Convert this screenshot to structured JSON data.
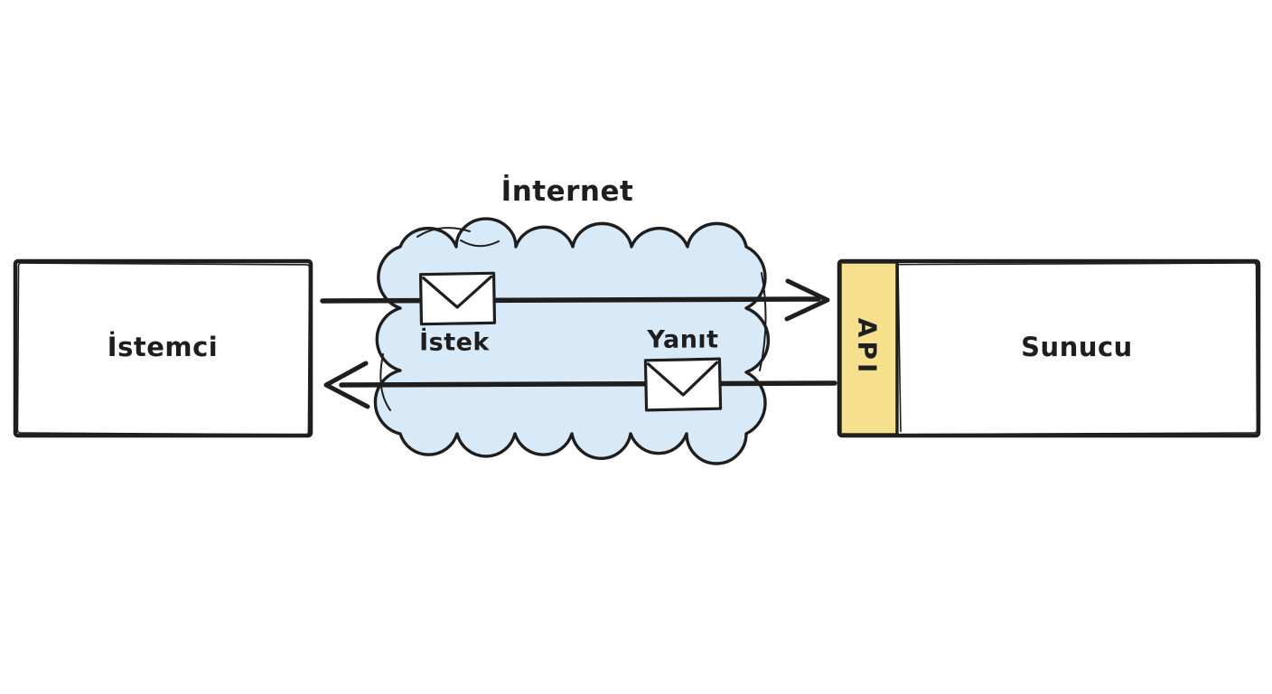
{
  "diagram": {
    "title": "İnternet",
    "client": {
      "label": "İstemci"
    },
    "server": {
      "label": "Sunucu"
    },
    "api": {
      "label": "API"
    },
    "request": {
      "label": "İstek"
    },
    "response": {
      "label": "Yanıt"
    },
    "icons": {
      "request_envelope": "envelope-icon",
      "response_envelope": "envelope-icon"
    },
    "colors": {
      "background": "#ffffff",
      "ink": "#1e1e1e",
      "cloud_fill": "#d8e9f7",
      "api_fill": "#f7e08d",
      "box_fill": "#ffffff"
    }
  }
}
